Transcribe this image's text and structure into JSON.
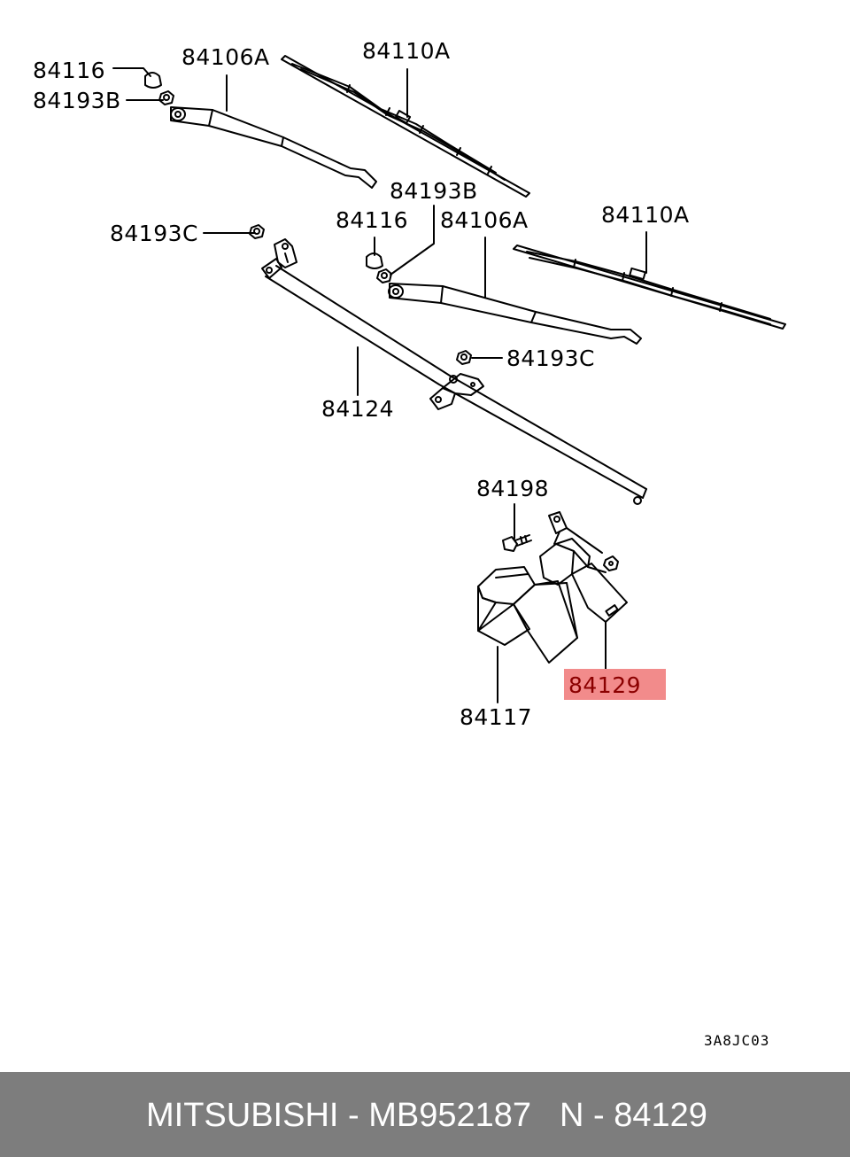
{
  "labels": {
    "l84116_a": "84116",
    "l84193b_a": "84193B",
    "l84106a_a": "84106A",
    "l84110a_a": "84110A",
    "l84193b_b": "84193B",
    "l84116_b": "84116",
    "l84106a_b": "84106A",
    "l84110a_b": "84110A",
    "l84193c_a": "84193C",
    "l84193c_b": "84193C",
    "l84124": "84124",
    "l84198": "84198",
    "l84117": "84117",
    "l84129": "84129"
  },
  "diagram_code": "3A8JC03",
  "highlight_color": "#f28b8b",
  "footer": {
    "brand_part": "MITSUBISHI - MB952187",
    "ref": "N - 84129",
    "background": "#7d7d7d"
  }
}
